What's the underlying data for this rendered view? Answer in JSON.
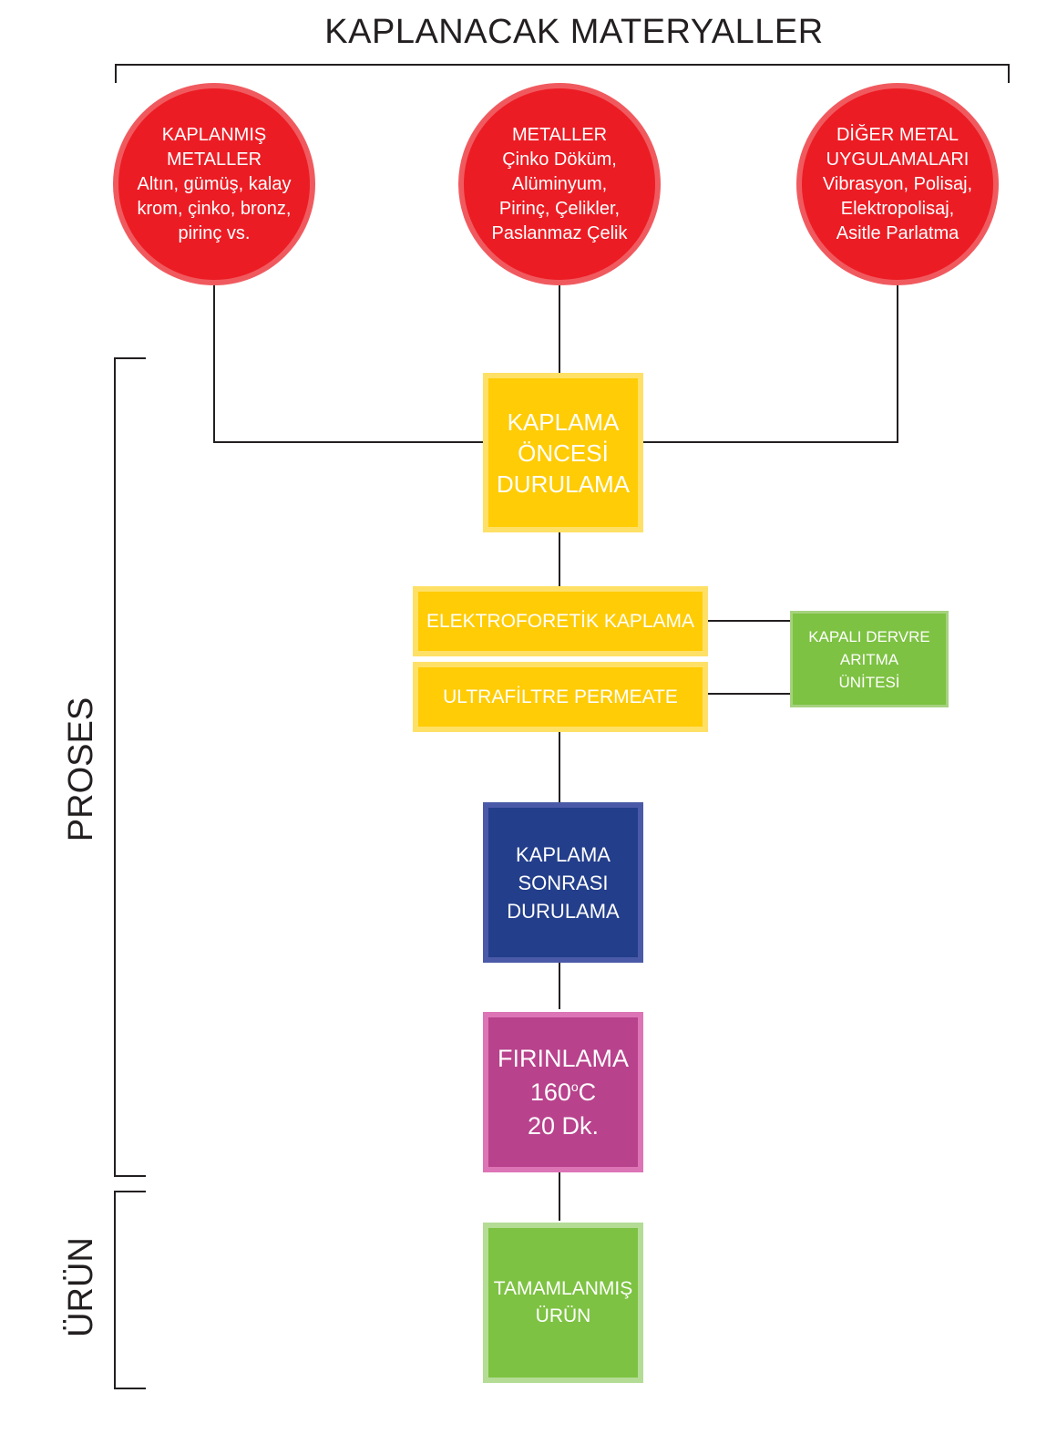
{
  "title": "KAPLANACAK MATERYALLER",
  "side_labels": {
    "process": "PROSES",
    "product": "ÜRÜN"
  },
  "materials": [
    {
      "lines": [
        "KAPLANMIŞ",
        "METALLER",
        "Altın, gümüş, kalay",
        "krom, çinko, bronz,",
        "pirinç vs."
      ]
    },
    {
      "lines": [
        "METALLER",
        "Çinko Döküm,",
        "Alüminyum,",
        "Pirinç, Çelikler,",
        "Paslanmaz Çelik"
      ]
    },
    {
      "lines": [
        "DİĞER METAL",
        "UYGULAMALARI",
        "Vibrasyon, Polisaj,",
        "Elektropolisaj,",
        "Asitle Parlatma"
      ]
    }
  ],
  "steps": {
    "pre_rinse": {
      "lines": [
        "KAPLAMA",
        "ÖNCESİ",
        "DURULAMA"
      ]
    },
    "electrophoretic": {
      "label": "ELEKTROFORETİK KAPLAMA"
    },
    "ultrafiltration": {
      "label": "ULTRAFİLTRE PERMEATE"
    },
    "closed_loop": {
      "lines": [
        "KAPALI DERVRE",
        "ARITMA",
        "ÜNİTESİ"
      ]
    },
    "post_rinse": {
      "lines": [
        "KAPLAMA",
        "SONRASI",
        "DURULAMA"
      ]
    },
    "baking": {
      "title": "FIRINLAMA",
      "temp_value": "160",
      "temp_degree": "o",
      "temp_unit": "C",
      "duration": "20 Dk."
    },
    "finished": {
      "lines": [
        "TAMAMLANMIŞ",
        "ÜRÜN"
      ]
    }
  },
  "colors": {
    "material_circle": "#ec1c24",
    "pre_coating": "#ffcc05",
    "post_rinse": "#233e8b",
    "baking": "#b8428c",
    "finished": "#7dc242",
    "connector": "#231f20"
  }
}
